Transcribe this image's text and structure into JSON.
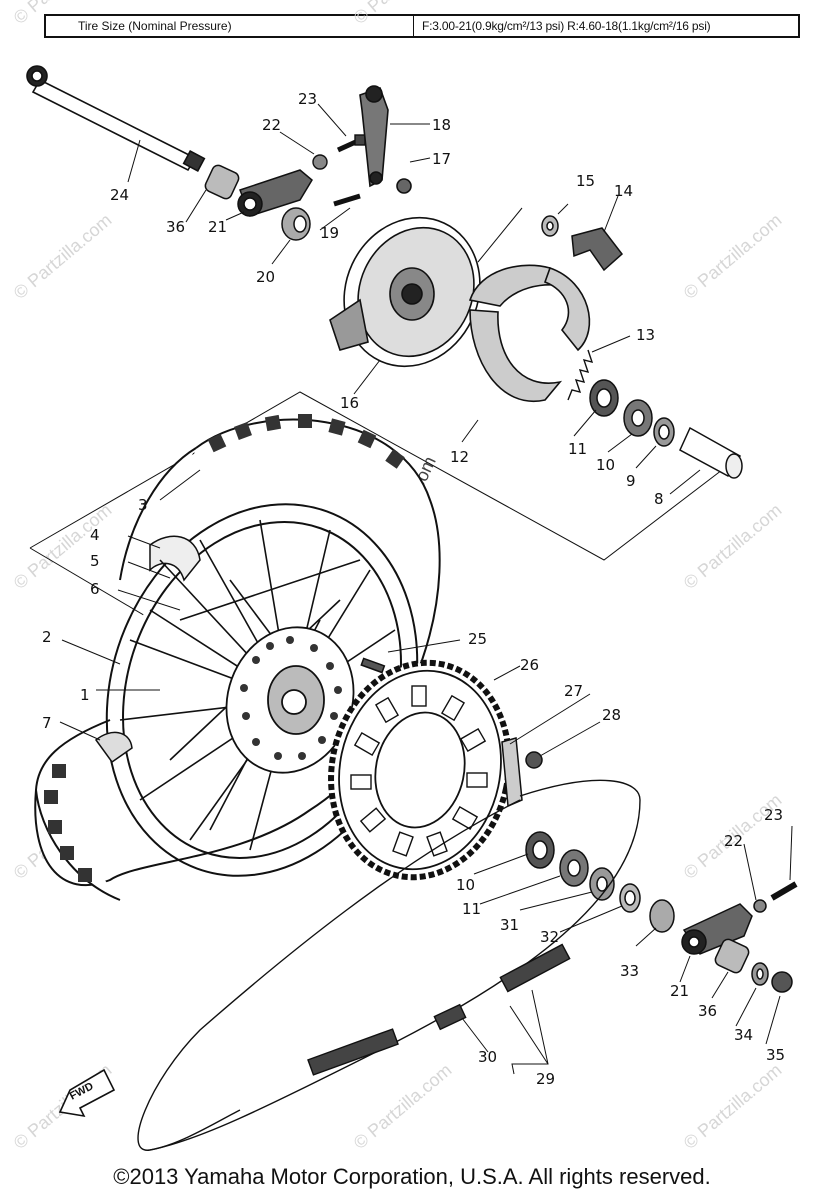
{
  "spec": {
    "label": "Tire Size (Nominal Pressure)",
    "value": "F:3.00-21(0.9kg/cm²/13 psi) R:4.60-18(1.1kg/cm²/16 psi)"
  },
  "callouts": {
    "c1": "1",
    "c2": "2",
    "c3": "3",
    "c4": "4",
    "c5": "5",
    "c6": "6",
    "c7": "7",
    "c8": "8",
    "c9": "9",
    "c10": "10",
    "c10b": "10",
    "c11": "11",
    "c11b": "11",
    "c12": "12",
    "c13": "13",
    "c14": "14",
    "c15": "15",
    "c16": "16",
    "c17": "17",
    "c18": "18",
    "c19": "19",
    "c20": "20",
    "c21": "21",
    "c21b": "21",
    "c22": "22",
    "c22b": "22",
    "c23": "23",
    "c23b": "23",
    "c24": "24",
    "c25": "25",
    "c26": "26",
    "c27": "27",
    "c28": "28",
    "c29": "29",
    "c30": "30",
    "c31": "31",
    "c32": "32",
    "c33": "33",
    "c34": "34",
    "c35": "35",
    "c36": "36",
    "c36b": "36"
  },
  "direction_label": "FWD",
  "watermark": "© Partzilla.com",
  "copyright": "©2013  Yamaha Motor Corporation, U.S.A. All rights reserved."
}
